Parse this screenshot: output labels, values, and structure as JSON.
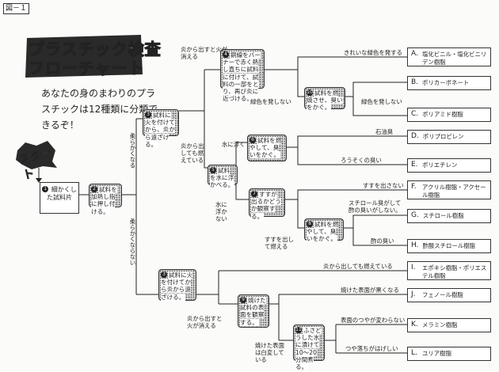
{
  "figure_label": "図－１",
  "title": {
    "line1": "プラスチック検査",
    "line2": "フローチャート"
  },
  "intro": "あなたの身のまわりのプラスチックは12種類に分類できるぞ！",
  "start": "スタート",
  "steps": {
    "s1": {
      "num": "1",
      "text": "細かくした試料片"
    },
    "s2": {
      "num": "2",
      "text": "試料を加熱し指に押し付ける。"
    },
    "s3a": {
      "num": "3",
      "text": "試料に火を付けてから、炎から遠ざける。"
    },
    "s3b": {
      "num": "3",
      "text": "試料に火を付けてから炎から遠ざける。"
    },
    "s4": {
      "num": "4",
      "text": "銅線をバーナーで赤く熱し直ちに試料に付けて、試料の一部をとり、再び炎に近づける。"
    },
    "s5": {
      "num": "5",
      "text": "試料を水に浮かべる。"
    },
    "s6": {
      "num": "6",
      "text": "試料を燃やして、臭いをかぐ。"
    },
    "s7": {
      "num": "7",
      "text": "すすが出るかどうか観察する。"
    },
    "s8": {
      "num": "8",
      "text": "試料を燃やして、臭いをかぐ。"
    },
    "s9": {
      "num": "9",
      "text": "焼けた試料の表面を観察する。"
    },
    "s10": {
      "num": "10",
      "text": "試料を燃焼させ、臭いをかぐ。"
    },
    "s11": {
      "num": "11",
      "text": "ふさどうした水に漬けて10～20分間煮る。"
    }
  },
  "branches": {
    "soft": "柔らかくなる",
    "not_soft": "柔らかくならない",
    "fire_off": "炎から出すと火が消える",
    "keeps_burning": "炎から出しても燃えている",
    "float": "水に浮く",
    "sink": "水に浮かない",
    "green_flame": "きれいな緑色を発する",
    "no_green": "緑色を発しない",
    "no_green2": "緑色を発しない",
    "petroleum": "石油臭",
    "candle": "ろうそくの臭い",
    "no_soot": "すすを出さない",
    "styrene": "スチロール臭がして酢の臭いがしない。",
    "vinegar": "酢の臭い",
    "soot_burn": "すすを出して燃える",
    "burns_outside": "炎から出しても燃えている",
    "fire_off2": "炎から出すと火が消える",
    "black_surface": "焼けた表面が黒くなる",
    "luster_same": "表面のつやが変わらない",
    "luster_lost": "つや落ちがはげしい",
    "white_surface": "焼けた表面は白変している"
  },
  "results": [
    {
      "letter": "A.",
      "name": "塩化ビニル・塩化ビニリデン樹脂"
    },
    {
      "letter": "B.",
      "name": "ポリカーボネート"
    },
    {
      "letter": "C.",
      "name": "ポリアミド樹脂"
    },
    {
      "letter": "D.",
      "name": "ポリプロピレン"
    },
    {
      "letter": "E.",
      "name": "ポリエチレン"
    },
    {
      "letter": "F.",
      "name": "アクリル樹脂・アクセール樹脂"
    },
    {
      "letter": "G.",
      "name": "スチロール樹脂"
    },
    {
      "letter": "H.",
      "name": "酢酸スチロール樹脂"
    },
    {
      "letter": "I.",
      "name": "エポキシ樹脂・ポリエステル樹脂"
    },
    {
      "letter": "J.",
      "name": "フェノール樹脂"
    },
    {
      "letter": "K.",
      "name": "メラミン樹脂"
    },
    {
      "letter": "L.",
      "name": "ユリア樹脂"
    }
  ]
}
